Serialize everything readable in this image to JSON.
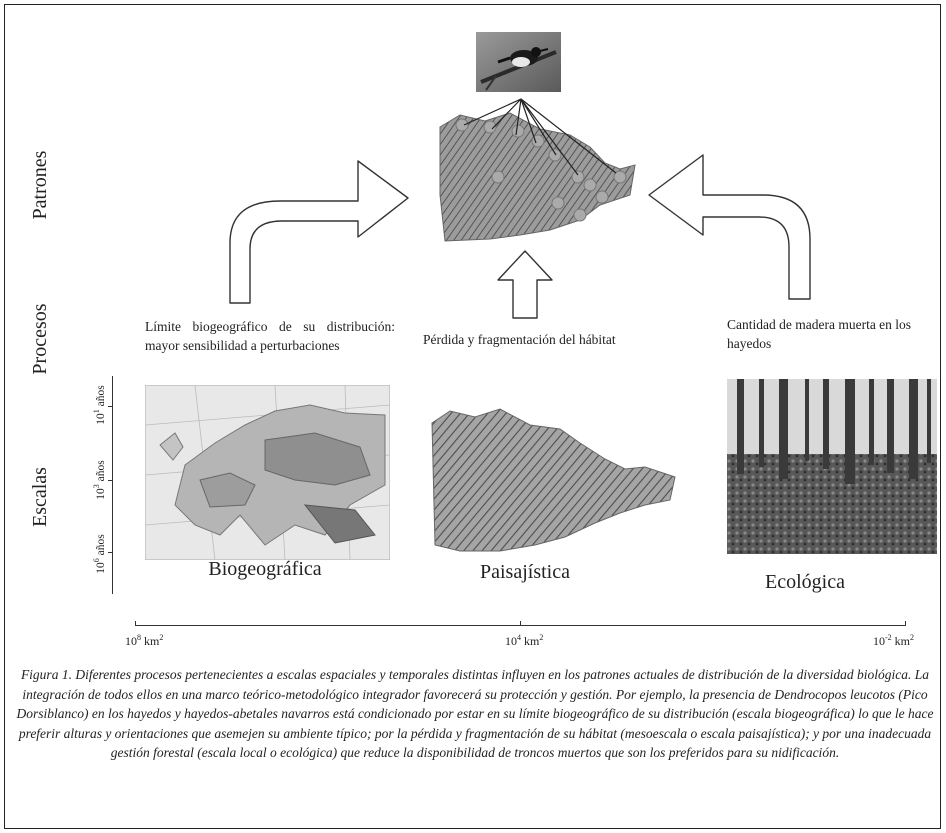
{
  "row_labels": {
    "patrones": "Patrones",
    "procesos": "Procesos",
    "escalas": "Escalas"
  },
  "time_ticks": [
    {
      "base": "10",
      "exp": "1",
      "unit": "años"
    },
    {
      "base": "10",
      "exp": "3",
      "unit": "años"
    },
    {
      "base": "10",
      "exp": "6",
      "unit": "años"
    }
  ],
  "processes": {
    "biogeografico": "Límite biogeográfico de su distribución: mayor sensibilidad a perturbaciones",
    "paisajistico": "Pérdida y fragmentación del hábitat",
    "ecologico": "Cantidad de madera muerta en los hayedos"
  },
  "scales": {
    "biogeografica": "Biogeográfica",
    "paisajistica": "Paisajística",
    "ecologica": "Ecológica"
  },
  "space_axis": [
    {
      "base": "10",
      "exp": "8",
      "unit": "km",
      "unit_exp": "2"
    },
    {
      "base": "10",
      "exp": "4",
      "unit": "km",
      "unit_exp": "2"
    },
    {
      "base": "10",
      "exp": "-2",
      "unit": "km",
      "unit_exp": "2"
    }
  ],
  "caption": "Figura 1. Diferentes procesos pertenecientes a escalas espaciales y temporales distintas influyen en los patrones actuales de distribución de la diversidad biológica. La integración de todos ellos en una marco teórico-metodológico integrador favorecerá su protección y gestión. Por ejemplo, la presencia de Dendrocopos leucotos (Pico Dorsiblanco) en los hayedos y hayedos-abetales navarros está condicionado por estar en su límite biogeográfico de su distribución (escala biogeográfica) lo que le hace preferir alturas y orientaciones que asemejen su ambiente típico; por la pérdida y fragmentación de su hábitat (mesoescala o escala paisajística); y por una inadecuada gestión forestal (escala local o ecológica) que reduce la disponibilidad de troncos muertos que son los preferidos para su nidificación.",
  "icons": [
    "woodpecker-photo",
    "relief-map",
    "europe-map",
    "forest-photo"
  ]
}
